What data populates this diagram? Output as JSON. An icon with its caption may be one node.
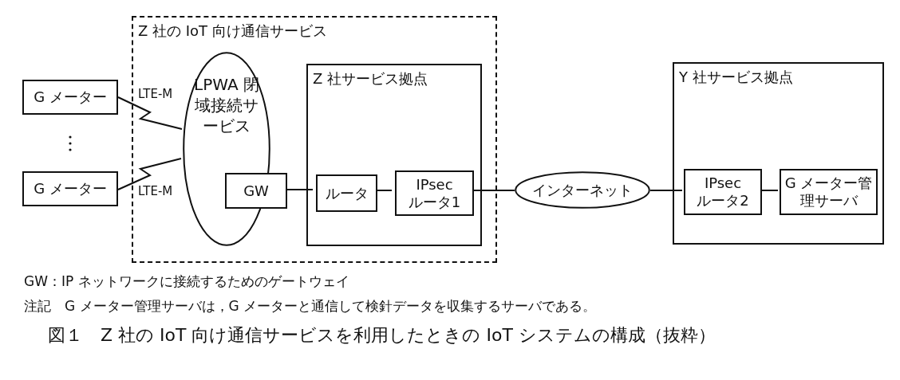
{
  "diagram": {
    "caption": "図１　Z 社の IoT 向け通信サービスを利用したときの IoT システムの構成（抜粋）",
    "nodes": [
      {
        "text": [
          "Z 社の IoT 向け通信サービス"
        ]
      },
      {
        "text": [
          "G メーター"
        ]
      },
      {
        "text": [
          "G メーター"
        ]
      },
      {
        "text": [
          "LPWA 閉域接続サービス"
        ],
        "in": 0
      },
      {
        "text": [
          "GW"
        ],
        "in": 0
      },
      {
        "text": [
          "Z 社サービス拠点"
        ],
        "in": 0
      },
      {
        "text": [
          "ルータ"
        ],
        "in": 5
      },
      {
        "text": [
          "IPsec ルータ1"
        ],
        "in": 5
      },
      {
        "text": [
          "インターネット"
        ]
      },
      {
        "text": [
          "Y 社サービス拠点"
        ]
      },
      {
        "text": [
          "IPsec ルータ2"
        ],
        "in": 9
      },
      {
        "text": [
          "G メーター管理サーバ"
        ],
        "in": 9
      }
    ],
    "edges": [
      {
        "from": 1,
        "to": 3,
        "arrow": "none",
        "label": "LTE-M"
      },
      {
        "from": 2,
        "to": 3,
        "arrow": "none",
        "label": "LTE-M"
      },
      {
        "from": 4,
        "to": 6,
        "arrow": "none"
      },
      {
        "from": 6,
        "to": 7,
        "arrow": "none"
      },
      {
        "from": 7,
        "to": 8,
        "arrow": "none"
      },
      {
        "from": 8,
        "to": 10,
        "arrow": "none"
      },
      {
        "from": 10,
        "to": 11,
        "arrow": "none"
      }
    ],
    "labels": [
      "GW：IP ネットワークに接続するためのゲートウェイ",
      "注記　G メーター管理サーバは，G メーターと通信して検針データを収集するサーバである。"
    ]
  }
}
